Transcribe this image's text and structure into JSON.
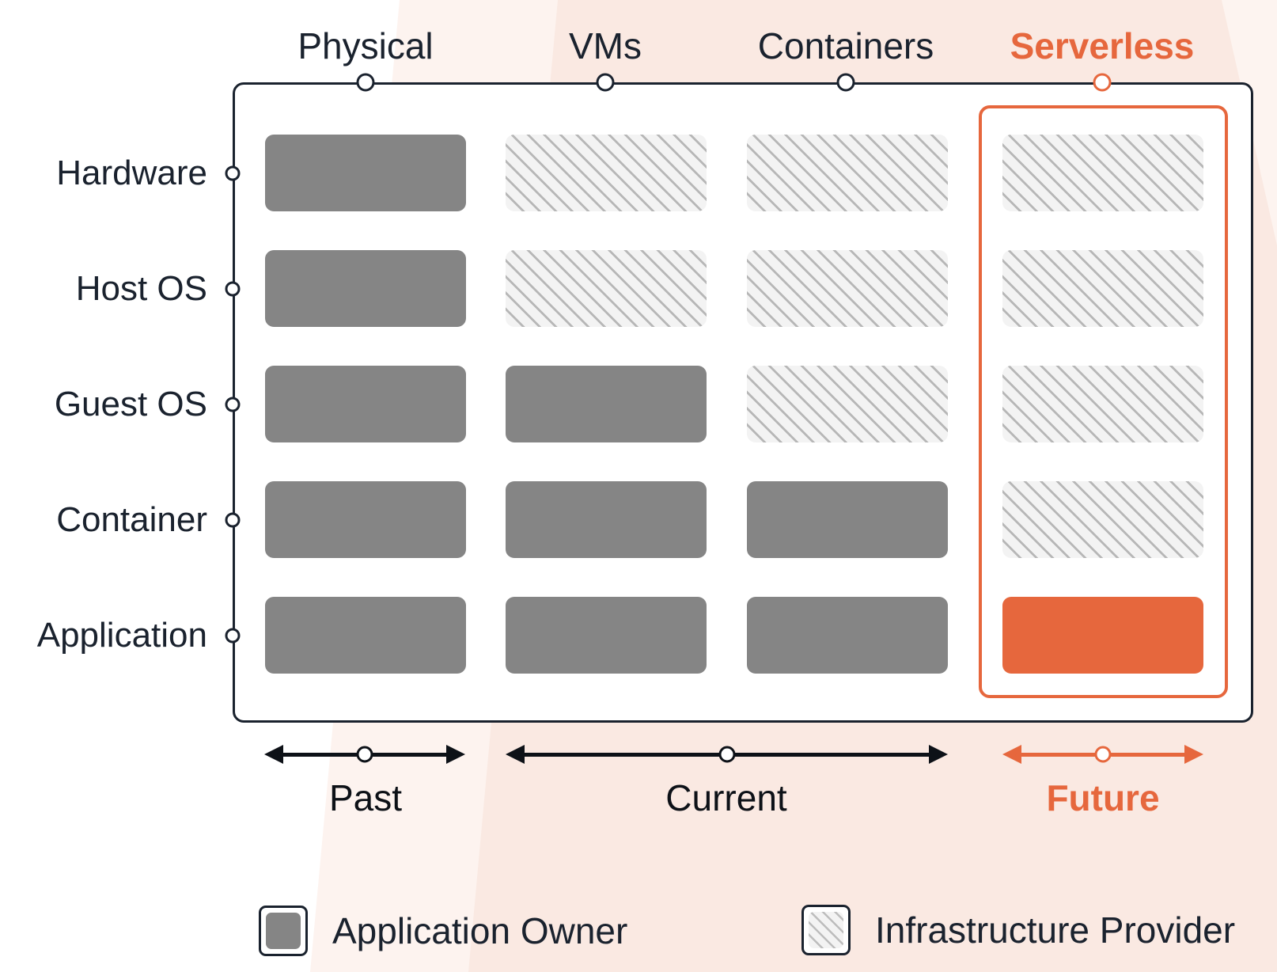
{
  "columns": [
    {
      "label": "Physical",
      "highlighted": false
    },
    {
      "label": "VMs",
      "highlighted": false
    },
    {
      "label": "Containers",
      "highlighted": false
    },
    {
      "label": "Serverless",
      "highlighted": true
    }
  ],
  "rows": [
    {
      "label": "Hardware"
    },
    {
      "label": "Host OS"
    },
    {
      "label": "Guest OS"
    },
    {
      "label": "Container"
    },
    {
      "label": "Application"
    }
  ],
  "chart_data": {
    "type": "heatmap",
    "title": "",
    "categories_x": [
      "Physical",
      "VMs",
      "Containers",
      "Serverless"
    ],
    "categories_y": [
      "Hardware",
      "Host OS",
      "Guest OS",
      "Container",
      "Application"
    ],
    "legend_key": {
      "app": "Application Owner",
      "infra": "Infrastructure Provider",
      "app_future": "Application Owner (highlighted, Serverless future)"
    },
    "matrix": [
      [
        "app",
        "infra",
        "infra",
        "infra"
      ],
      [
        "app",
        "infra",
        "infra",
        "infra"
      ],
      [
        "app",
        "app",
        "infra",
        "infra"
      ],
      [
        "app",
        "app",
        "app",
        "infra"
      ],
      [
        "app",
        "app",
        "app",
        "app_future"
      ]
    ]
  },
  "timeline": {
    "past": {
      "label": "Past"
    },
    "current": {
      "label": "Current"
    },
    "future": {
      "label": "Future",
      "highlighted": true
    }
  },
  "legend": {
    "items": [
      {
        "label": "Application Owner",
        "swatch": "solid-gray"
      },
      {
        "label": "Infrastructure Provider",
        "swatch": "diagonal-hatch"
      }
    ]
  },
  "colors": {
    "accent_orange": "#E6673D",
    "solid_gray": "#858585",
    "hatch_line": "#B7B7B7",
    "hatch_bg": "#F3F3F3",
    "dark_navy": "#1A222E",
    "background_pink": "#FAE9E2"
  }
}
